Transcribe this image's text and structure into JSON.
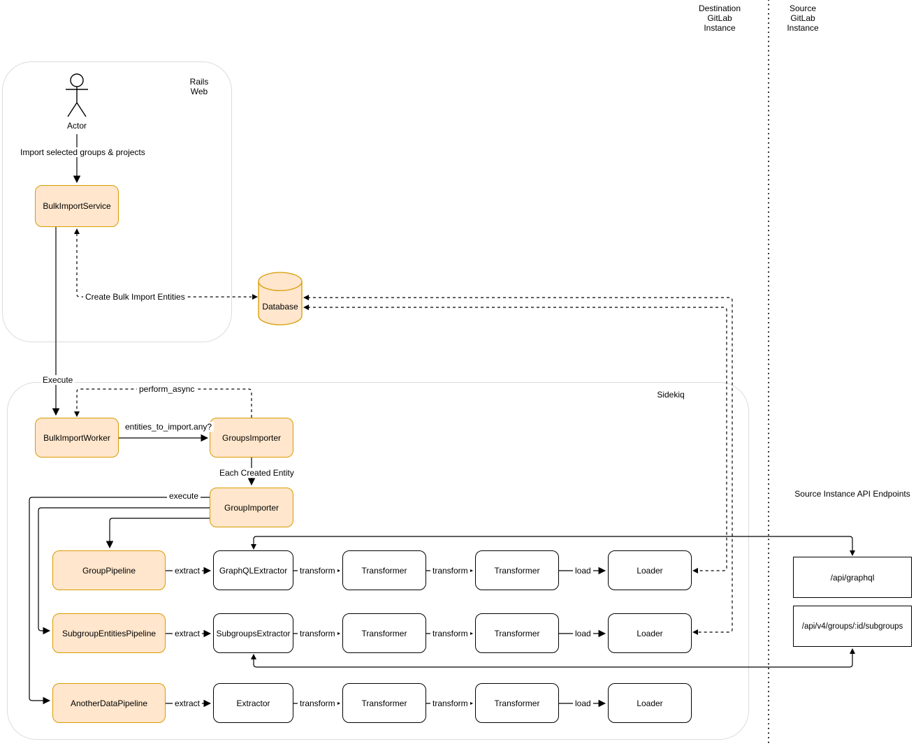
{
  "lanes": {
    "destination": "Destination\nGitLab\nInstance",
    "source": "Source\nGitLab\nInstance"
  },
  "containers": {
    "rails_web": "Rails\nWeb",
    "sidekiq": "Sidekiq"
  },
  "actor": {
    "label": "Actor"
  },
  "nodes": {
    "bulk_import_service": "BulkImportService",
    "bulk_import_worker": "BulkImportWorker",
    "groups_importer": "GroupsImporter",
    "group_importer": "GroupImporter",
    "group_pipeline": "GroupPipeline",
    "subgroup_entities_pipeline": "SubgroupEntitiesPipeline",
    "another_data_pipeline": "AnotherDataPipeline",
    "graphql_extractor": "GraphQLExtractor",
    "subgroups_extractor": "SubgroupsExtractor",
    "extractor": "Extractor",
    "transformer": "Transformer",
    "loader": "Loader",
    "database": "Database"
  },
  "edges": {
    "import_selected": "Import selected groups & projects",
    "create_entities": "Create Bulk Import Entities",
    "execute": "Execute",
    "perform_async": "perform_async",
    "entities_to_import": "entities_to_import.any?",
    "each_created_entity": "Each Created Entity",
    "importer_execute": "execute",
    "extract": "extract",
    "transform": "transform",
    "load": "load"
  },
  "api": {
    "title": "Source Instance API Endpoints",
    "endpoints": [
      "/api/graphql",
      "/api/v4/groups/:id/subgroups"
    ]
  },
  "colors": {
    "node_fill": "#ffe6cc",
    "node_stroke": "#d79b00",
    "container_stroke": "#dcdcdc",
    "line": "#000000"
  }
}
